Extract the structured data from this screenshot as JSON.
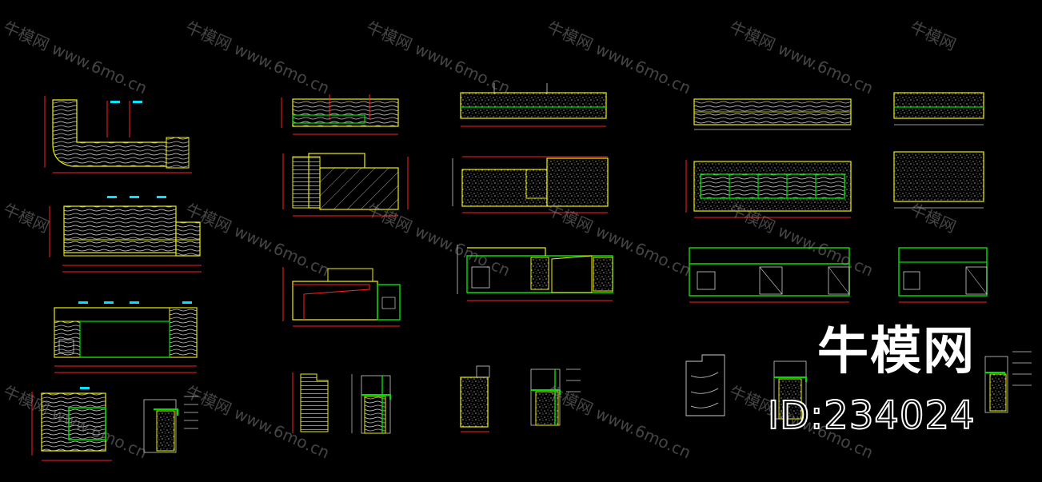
{
  "watermark": {
    "brand": "牛模网",
    "url": "www.6mo.cn"
  },
  "logo": {
    "brand": "牛模网",
    "id_label": "ID:234024"
  },
  "colors": {
    "background": "#000000",
    "outline_yellow": "#f0f000",
    "frame_green": "#00e000",
    "dim_red": "#ff2020",
    "tag_cyan": "#00e5ff",
    "hatch_white": "#ffffff",
    "watermark_gray": "#969696"
  }
}
